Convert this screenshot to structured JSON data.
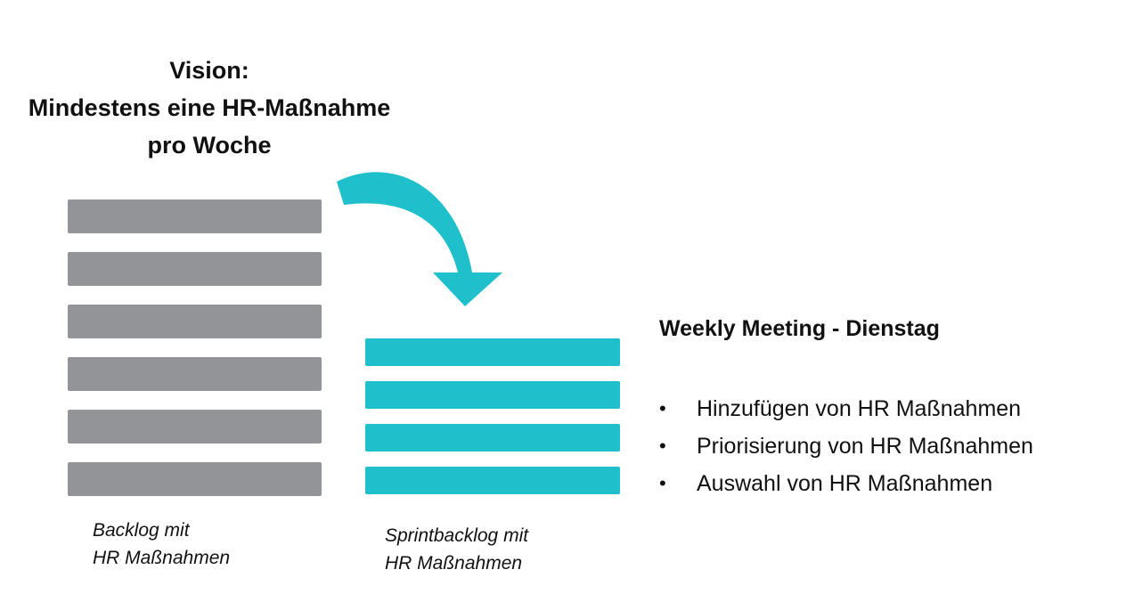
{
  "vision": {
    "line1": "Vision:",
    "line2": "Mindestens eine HR-Maßnahme",
    "line3": "pro Woche"
  },
  "backlog": {
    "bar_count": 6,
    "bar_color": "#929497",
    "caption_line1": "Backlog mit",
    "caption_line2": "HR Maßnahmen"
  },
  "sprintbacklog": {
    "bar_count": 4,
    "bar_color": "#1fbfcb",
    "caption_line1": "Sprintbacklog mit",
    "caption_line2": "HR Maßnahmen"
  },
  "arrow": {
    "color": "#1fbfcb",
    "icon": "curved-down-arrow-icon"
  },
  "meeting": {
    "title": "Weekly Meeting - Dienstag",
    "items": [
      "Hinzufügen von HR Maßnahmen",
      "Priorisierung von HR Maßnahmen",
      "Auswahl von HR Maßnahmen"
    ]
  }
}
